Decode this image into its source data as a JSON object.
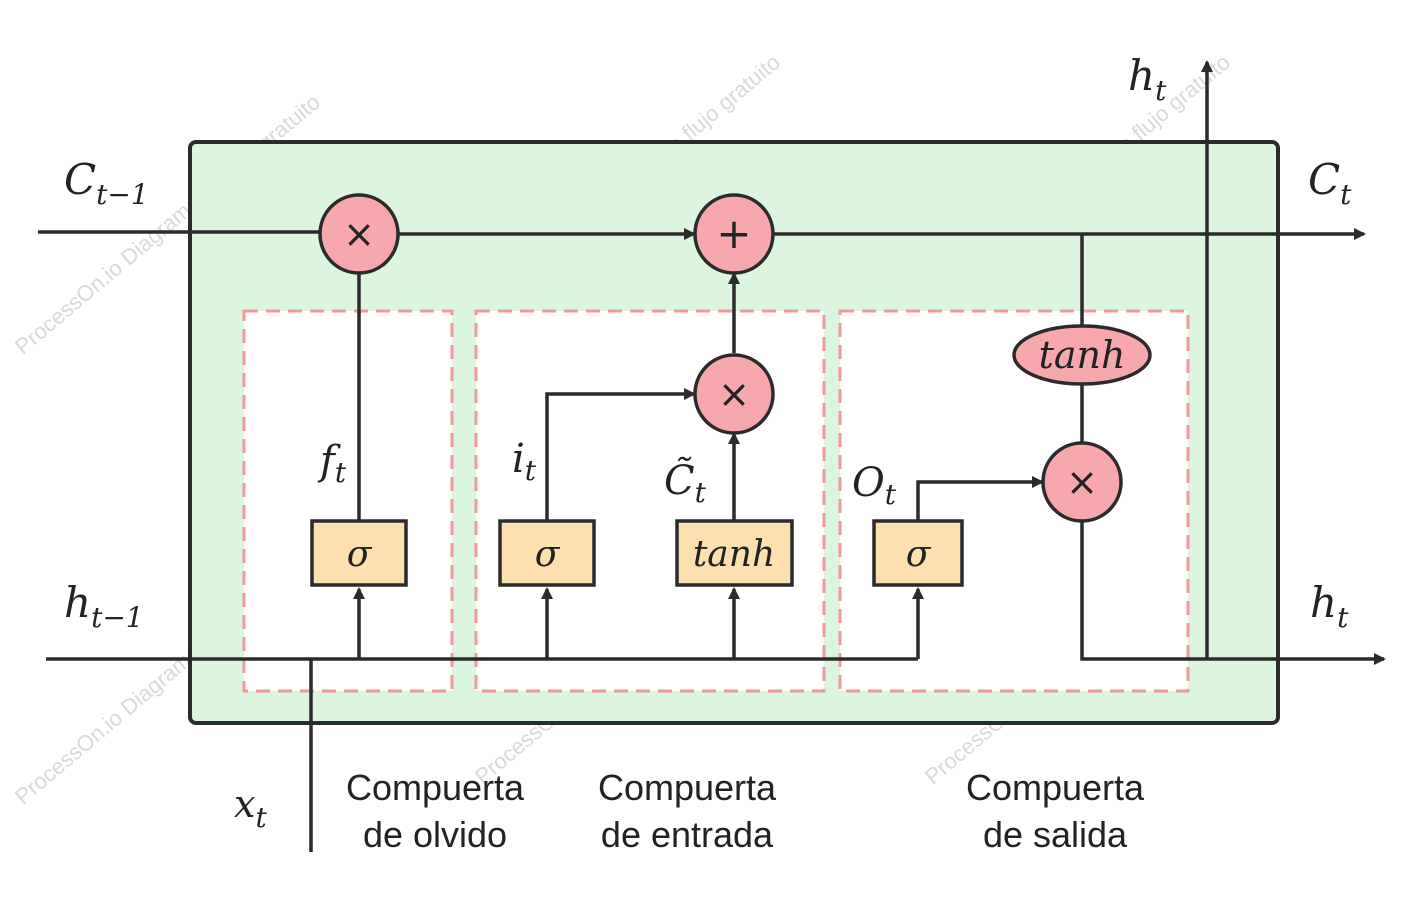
{
  "labels": {
    "c_prev": "C",
    "c_prev_sub": "t−1",
    "h_prev": "h",
    "h_prev_sub": "t−1",
    "x_t": "x",
    "x_t_sub": "t",
    "c_t": "C",
    "c_t_sub": "t",
    "h_t_top": "h",
    "h_t_top_sub": "t",
    "h_t_right": "h",
    "h_t_right_sub": "t",
    "f_t": "f",
    "f_t_sub": "t",
    "i_t": "i",
    "i_t_sub": "t",
    "c_tilde": "C̃",
    "c_tilde_sub": "t",
    "o_t": "O",
    "o_t_sub": "t"
  },
  "ops": {
    "multiply": "×",
    "add": "+",
    "sigma": "σ",
    "tanh": "tanh"
  },
  "gates": {
    "forget_line1": "Compuerta",
    "forget_line2": "de olvido",
    "input_line1": "Compuerta",
    "input_line2": "de entrada",
    "output_line1": "Compuerta",
    "output_line2": "de salida"
  },
  "watermark": "ProcessOn.io Diagrama de flujo gratuito",
  "colors": {
    "cell_fill": "#dcf5de",
    "op_fill": "#f7a8ad",
    "box_fill": "#fde0b0",
    "gate_border": "#ee9a9a",
    "line": "#2b2b2b"
  }
}
